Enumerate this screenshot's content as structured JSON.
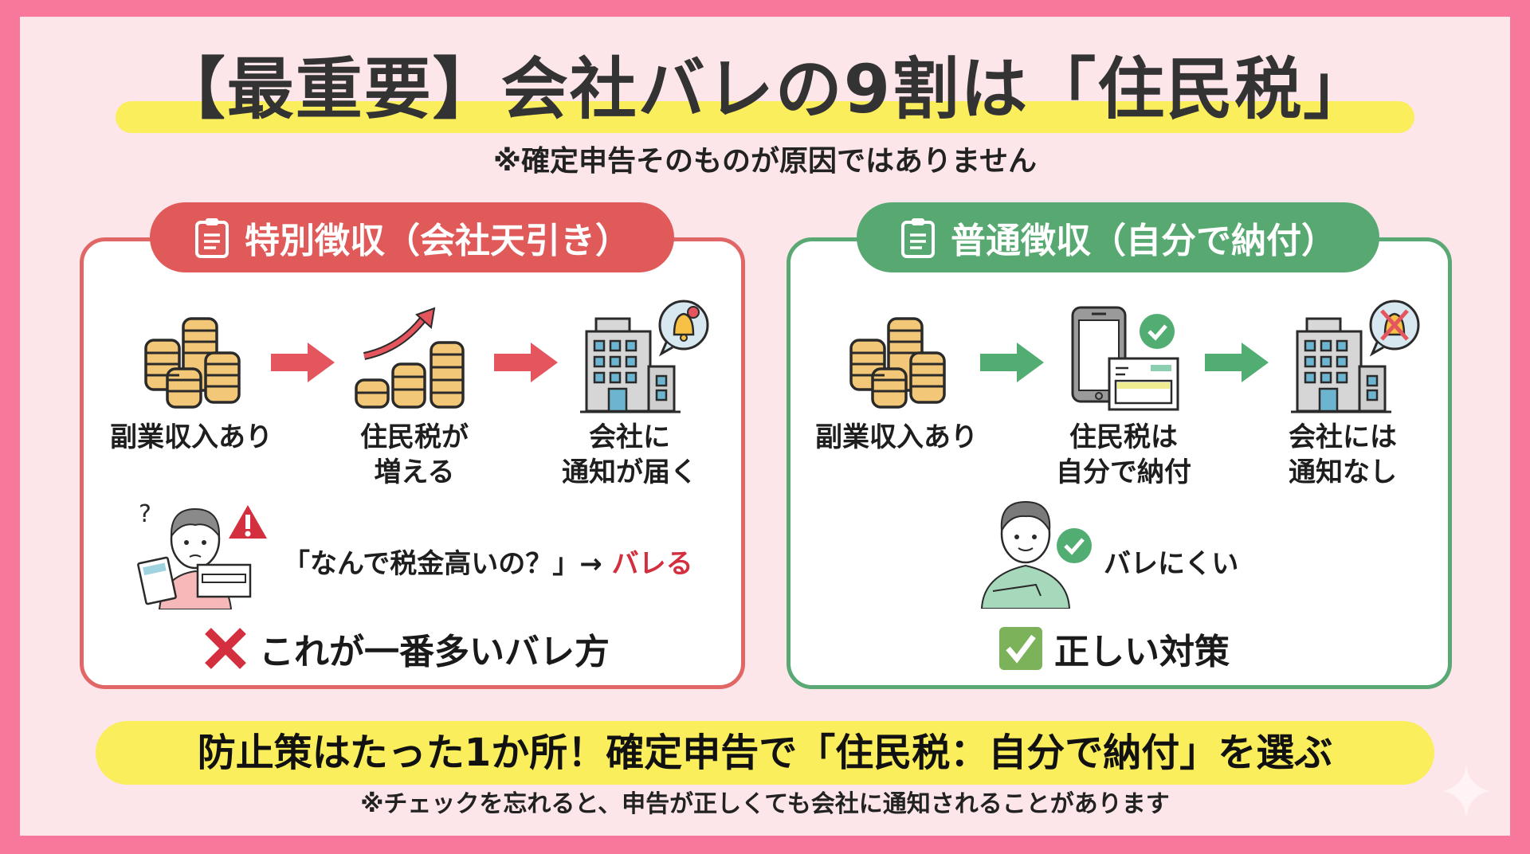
{
  "header": {
    "title": "【最重要】会社バレの9割は「住民税」",
    "subtitle": "※確定申告そのものが原因ではありません"
  },
  "colors": {
    "frame": "#f7789a",
    "background": "#fde6ea",
    "highlight": "#fbee5c",
    "red": "#e05a5a",
    "green": "#58a872",
    "coin": "#f2c878"
  },
  "left_card": {
    "title": "特別徴収（会社天引き）",
    "icon": "clipboard-icon",
    "steps": [
      {
        "icon": "coins-icon",
        "label": "副業収入あり"
      },
      {
        "icon": "coins-rising-icon",
        "label": "住民税が\n増える"
      },
      {
        "icon": "building-bell-icon",
        "label": "会社に\n通知が届く"
      }
    ],
    "scene": {
      "icon": "confused-person-icon",
      "quote": "「なんで税金高いの？」→ ",
      "quote_emphasis": "バレる"
    },
    "verdict": {
      "icon": "cross-icon",
      "text": "これが一番多いバレ方"
    }
  },
  "right_card": {
    "title": "普通徴収（自分で納付）",
    "icon": "clipboard-icon",
    "steps": [
      {
        "icon": "coins-icon",
        "label": "副業収入あり"
      },
      {
        "icon": "phone-payment-icon",
        "label": "住民税は\n自分で納付"
      },
      {
        "icon": "building-no-bell-icon",
        "label": "会社には\n通知なし"
      }
    ],
    "scene": {
      "icon": "calm-person-icon",
      "text": "バレにくい"
    },
    "verdict": {
      "icon": "checkbox-icon",
      "text": "正しい対策"
    }
  },
  "bottom": {
    "banner": "防止策はたった1か所！確定申告で「住民税：自分で納付」を選ぶ",
    "footnote": "※チェックを忘れると、申告が正しくても会社に通知されることがあります"
  }
}
